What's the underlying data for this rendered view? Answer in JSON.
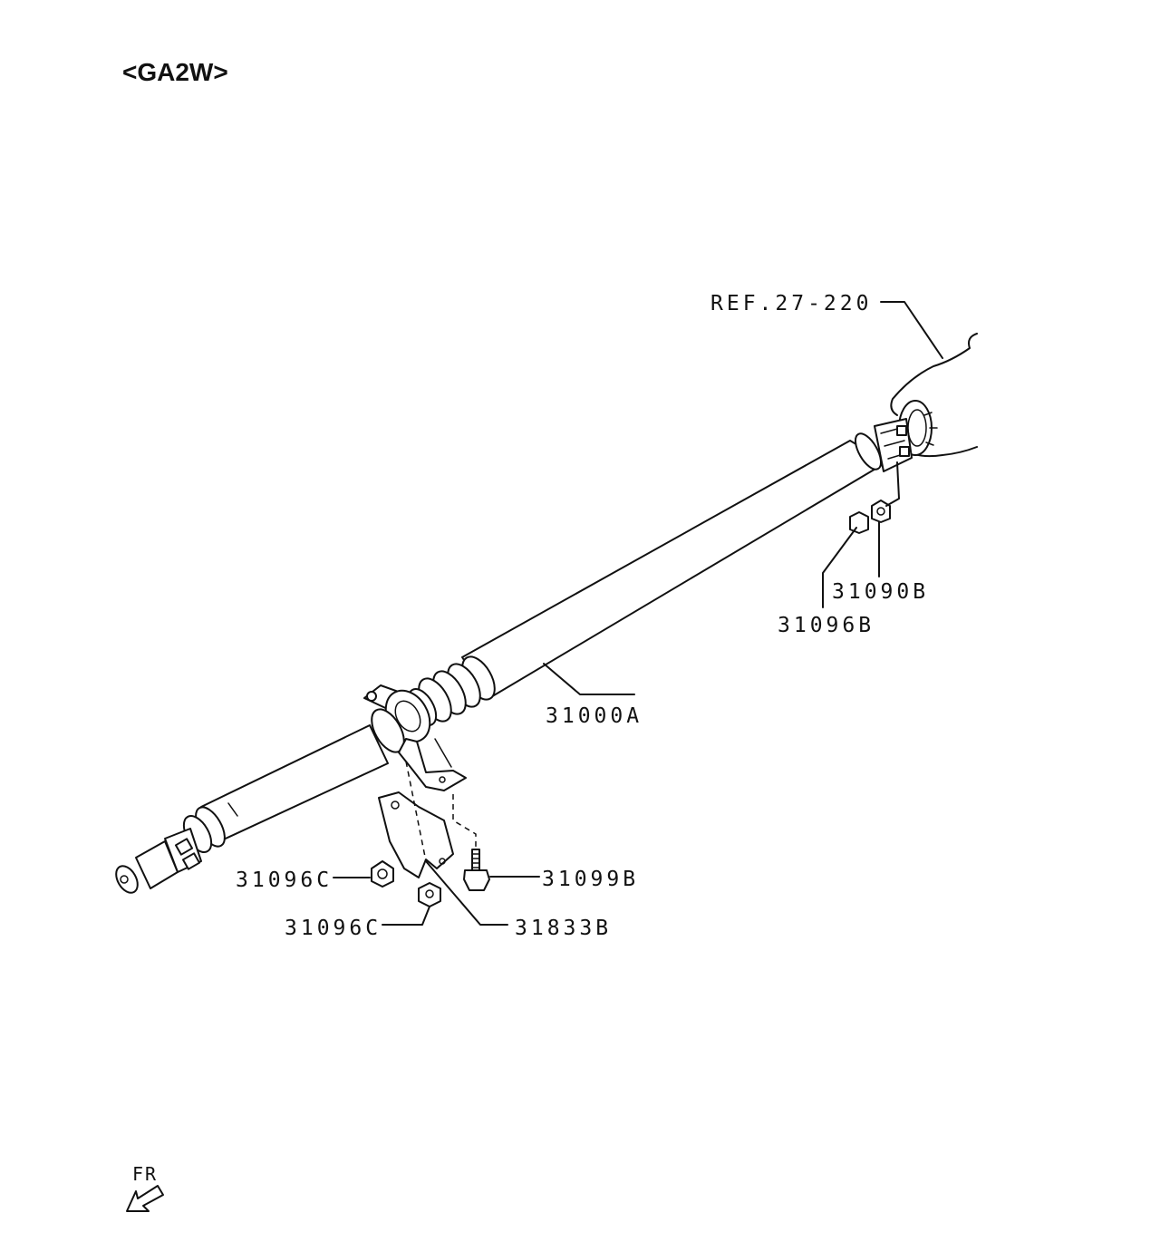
{
  "header": {
    "title": "<GA2W>"
  },
  "labels": {
    "ref": "REF.27-220",
    "shaft": "31000A",
    "nut_upper": "31090B",
    "washer_upper": "31096B",
    "nut_left": "31096C",
    "nut_lower": "31096C",
    "bolt": "31099B",
    "bracket": "31833B"
  },
  "direction": {
    "label": "FR"
  },
  "colors": {
    "line": "#111111",
    "background": "#ffffff"
  }
}
